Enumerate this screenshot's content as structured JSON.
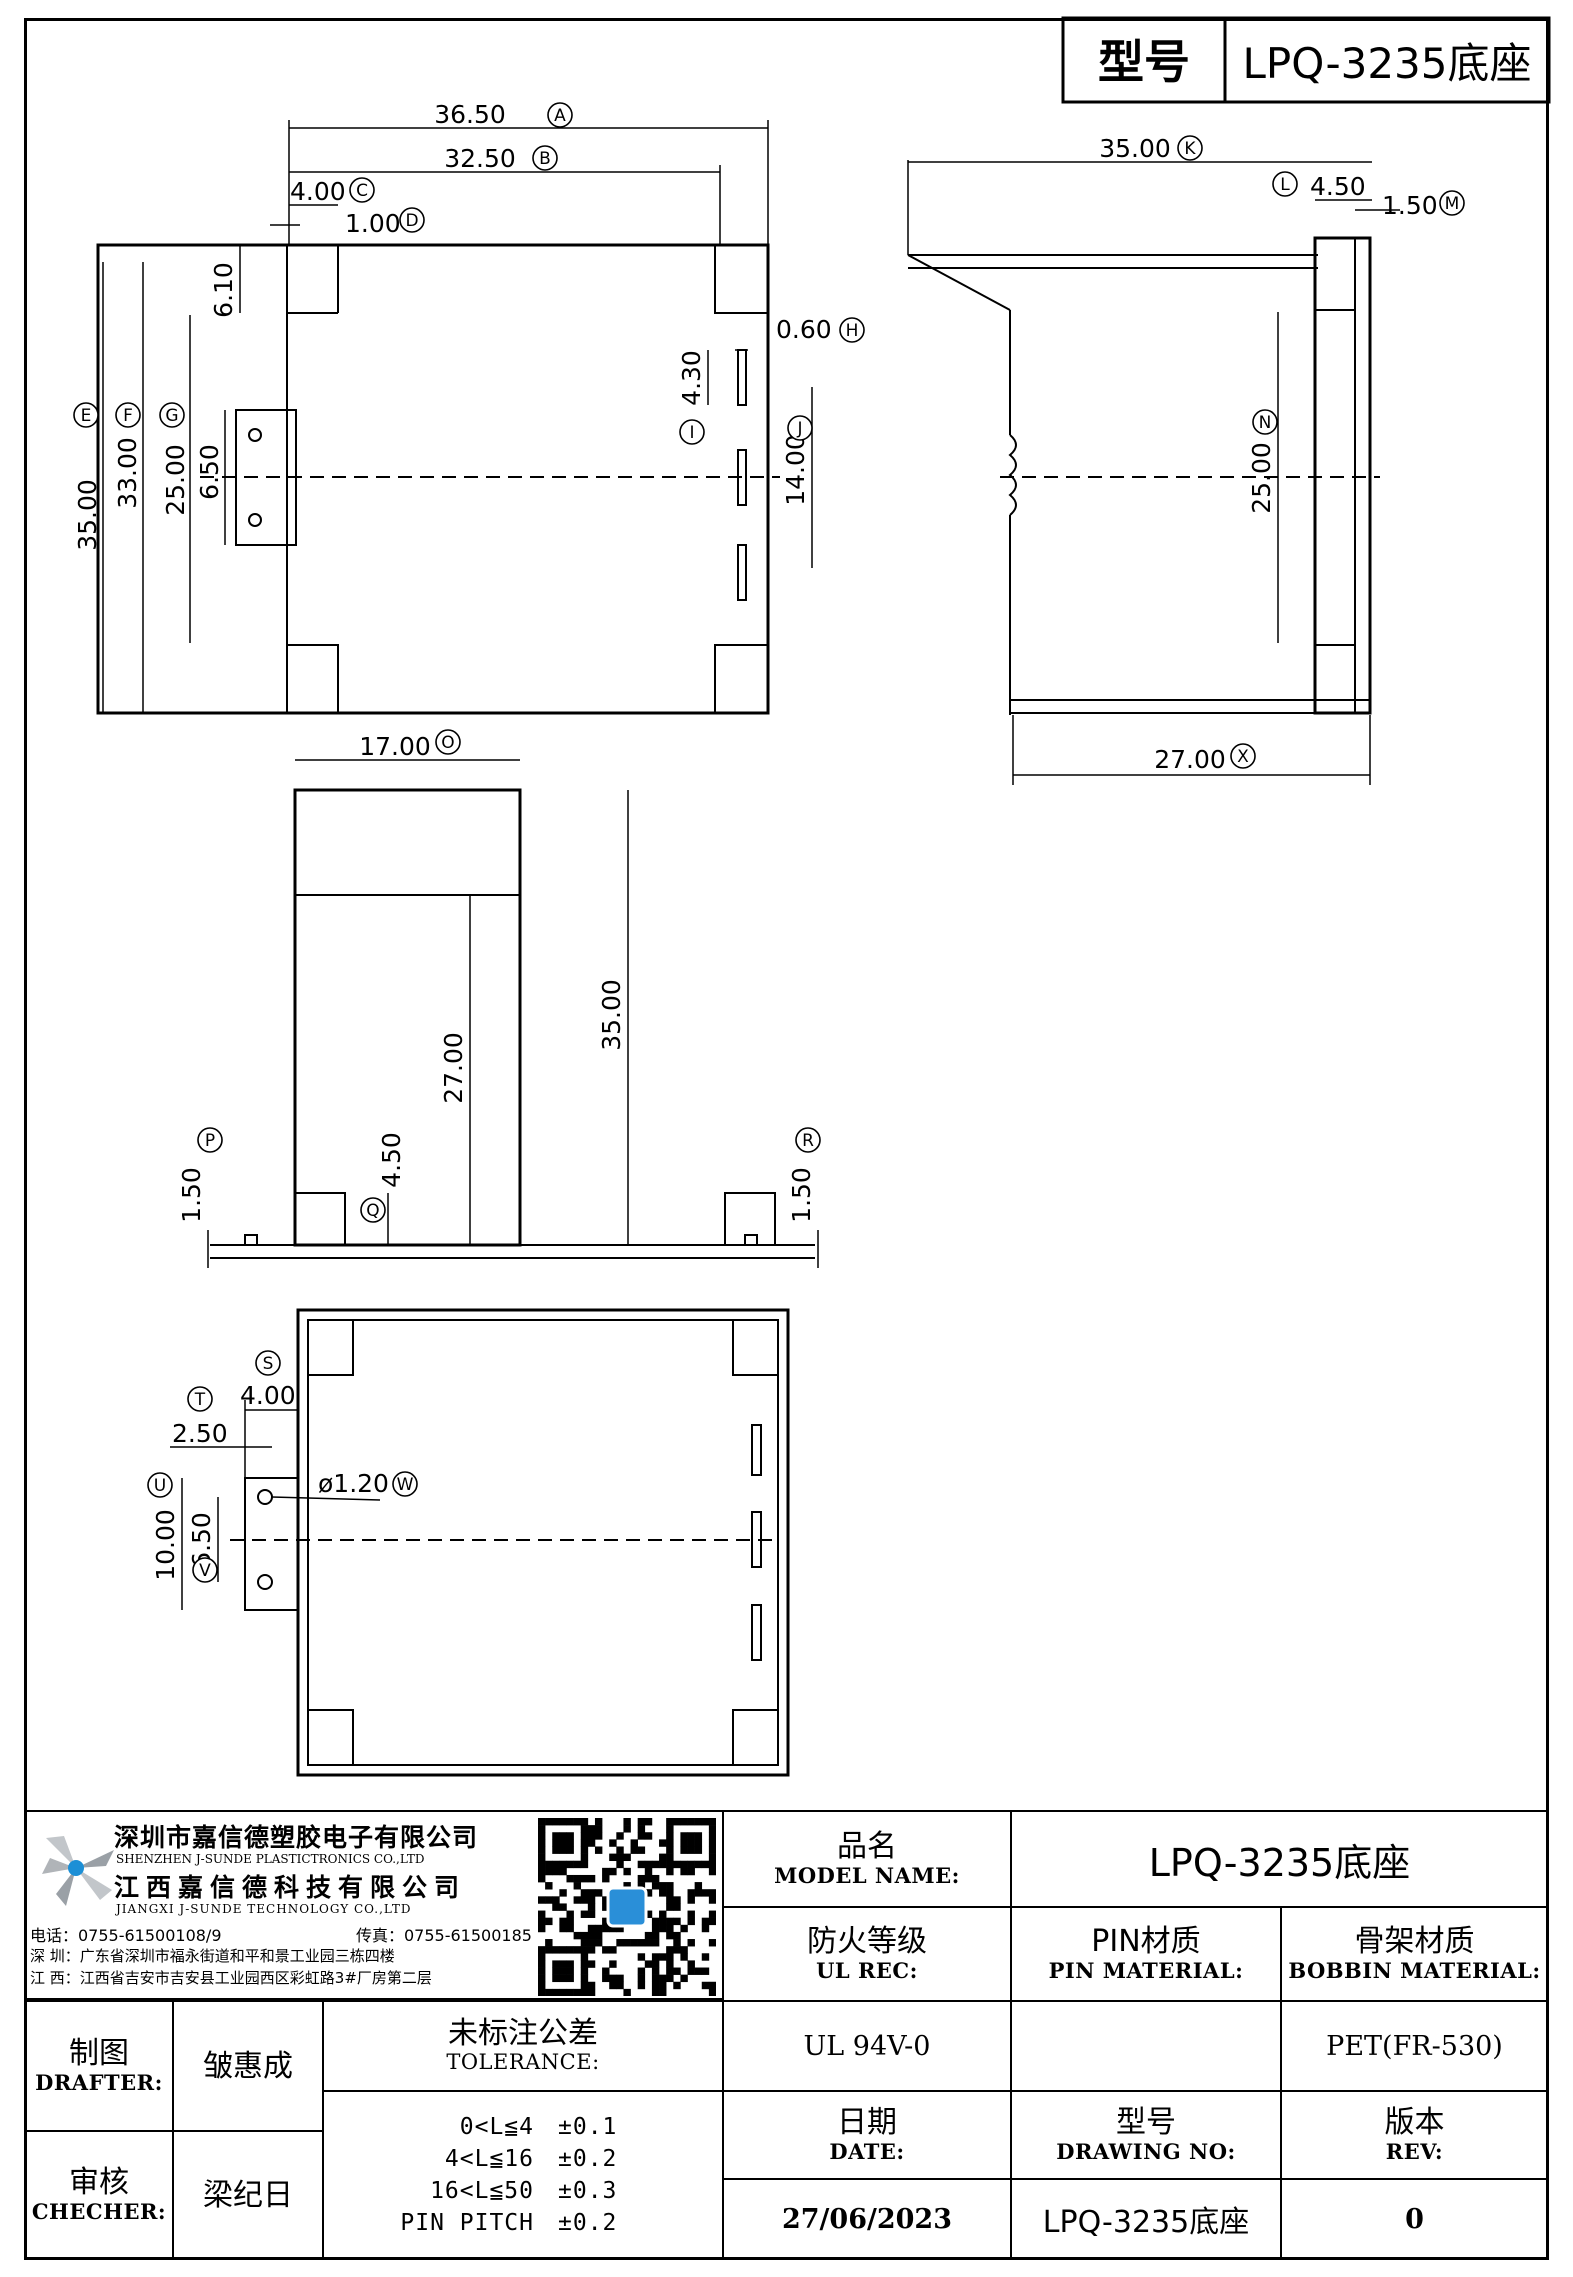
{
  "header": {
    "model_label": "型号",
    "model_value": "LPQ-3235底座"
  },
  "dimensions": {
    "top_view": {
      "A": "36.50",
      "B": "32.50",
      "C": "4.00",
      "D": "1.00",
      "d610": "6.10",
      "E": "35.00",
      "F": "33.00",
      "G": "25.00",
      "d650": "6.50",
      "H": "0.60",
      "I": "4.30",
      "J": "14.00"
    },
    "side_view": {
      "K": "35.00",
      "L": "4.50",
      "M": "1.50",
      "N": "25.00",
      "X": "27.00"
    },
    "front_view": {
      "O": "17.00",
      "h35": "35.00",
      "h27": "27.00",
      "Q": "4.50",
      "P": "1.50",
      "R": "1.50"
    },
    "bottom_view": {
      "S": "4.00",
      "T": "2.50",
      "W": "ø1.20",
      "U": "10.00",
      "V": "6.50"
    },
    "letters": [
      "A",
      "B",
      "C",
      "D",
      "E",
      "F",
      "G",
      "H",
      "I",
      "J",
      "K",
      "L",
      "M",
      "N",
      "X",
      "O",
      "P",
      "Q",
      "R",
      "S",
      "T",
      "U",
      "V",
      "W"
    ]
  },
  "company": {
    "name_cn_1": "深圳市嘉信德塑胶电子有限公司",
    "name_en_1": "SHENZHEN J-SUNDE PLASTICTRONICS CO.,LTD",
    "name_cn_2": "江西嘉信德科技有限公司",
    "name_en_2": "JIANGXI J-SUNDE TECHNOLOGY CO.,LTD",
    "tel": "电话：0755-61500108/9",
    "fax": "传真：0755-61500185",
    "addr_sz": "深 圳：广东省深圳市福永街道和平和景工业园三栋四楼",
    "addr_jx": "江 西：江西省吉安市吉安县工业园西区彩虹路3#厂房第二层"
  },
  "title_block": {
    "model_name_cn": "品名",
    "model_name_en": "MODEL NAME:",
    "model_name_value": "LPQ-3235底座",
    "ul_cn": "防火等级",
    "ul_en": "UL REC:",
    "ul_value": "UL 94V-0",
    "pin_cn": "PIN材质",
    "pin_en": "PIN MATERIAL:",
    "pin_value": "",
    "bobbin_cn": "骨架材质",
    "bobbin_en": "BOBBIN MATERIAL:",
    "bobbin_value": "PET(FR-530)",
    "drafter_cn": "制图",
    "drafter_en": "DRAFTER:",
    "drafter_name": "皱惠成",
    "checker_cn": "审核",
    "checker_en": "CHECHER:",
    "checker_name": "梁纪日",
    "tolerance_cn": "未标注公差",
    "tolerance_en": "TOLERANCE:",
    "tolerances": [
      {
        "range": "0<L≦4",
        "tol": "±0.1"
      },
      {
        "range": "4<L≦16",
        "tol": "±0.2"
      },
      {
        "range": "16<L≦50",
        "tol": "±0.3"
      },
      {
        "range": "PIN PITCH",
        "tol": "±0.2"
      }
    ],
    "date_cn": "日期",
    "date_en": "DATE:",
    "date_value": "27/06/2023",
    "drawing_cn": "型号",
    "drawing_en": "DRAWING NO:",
    "drawing_value": "LPQ-3235底座",
    "rev_cn": "版本",
    "rev_en": "REV:",
    "rev_value": "0"
  },
  "colors": {
    "line": "#000000",
    "logo_blue": "#1c8fd6",
    "qr_center": "#2a8fd8"
  }
}
